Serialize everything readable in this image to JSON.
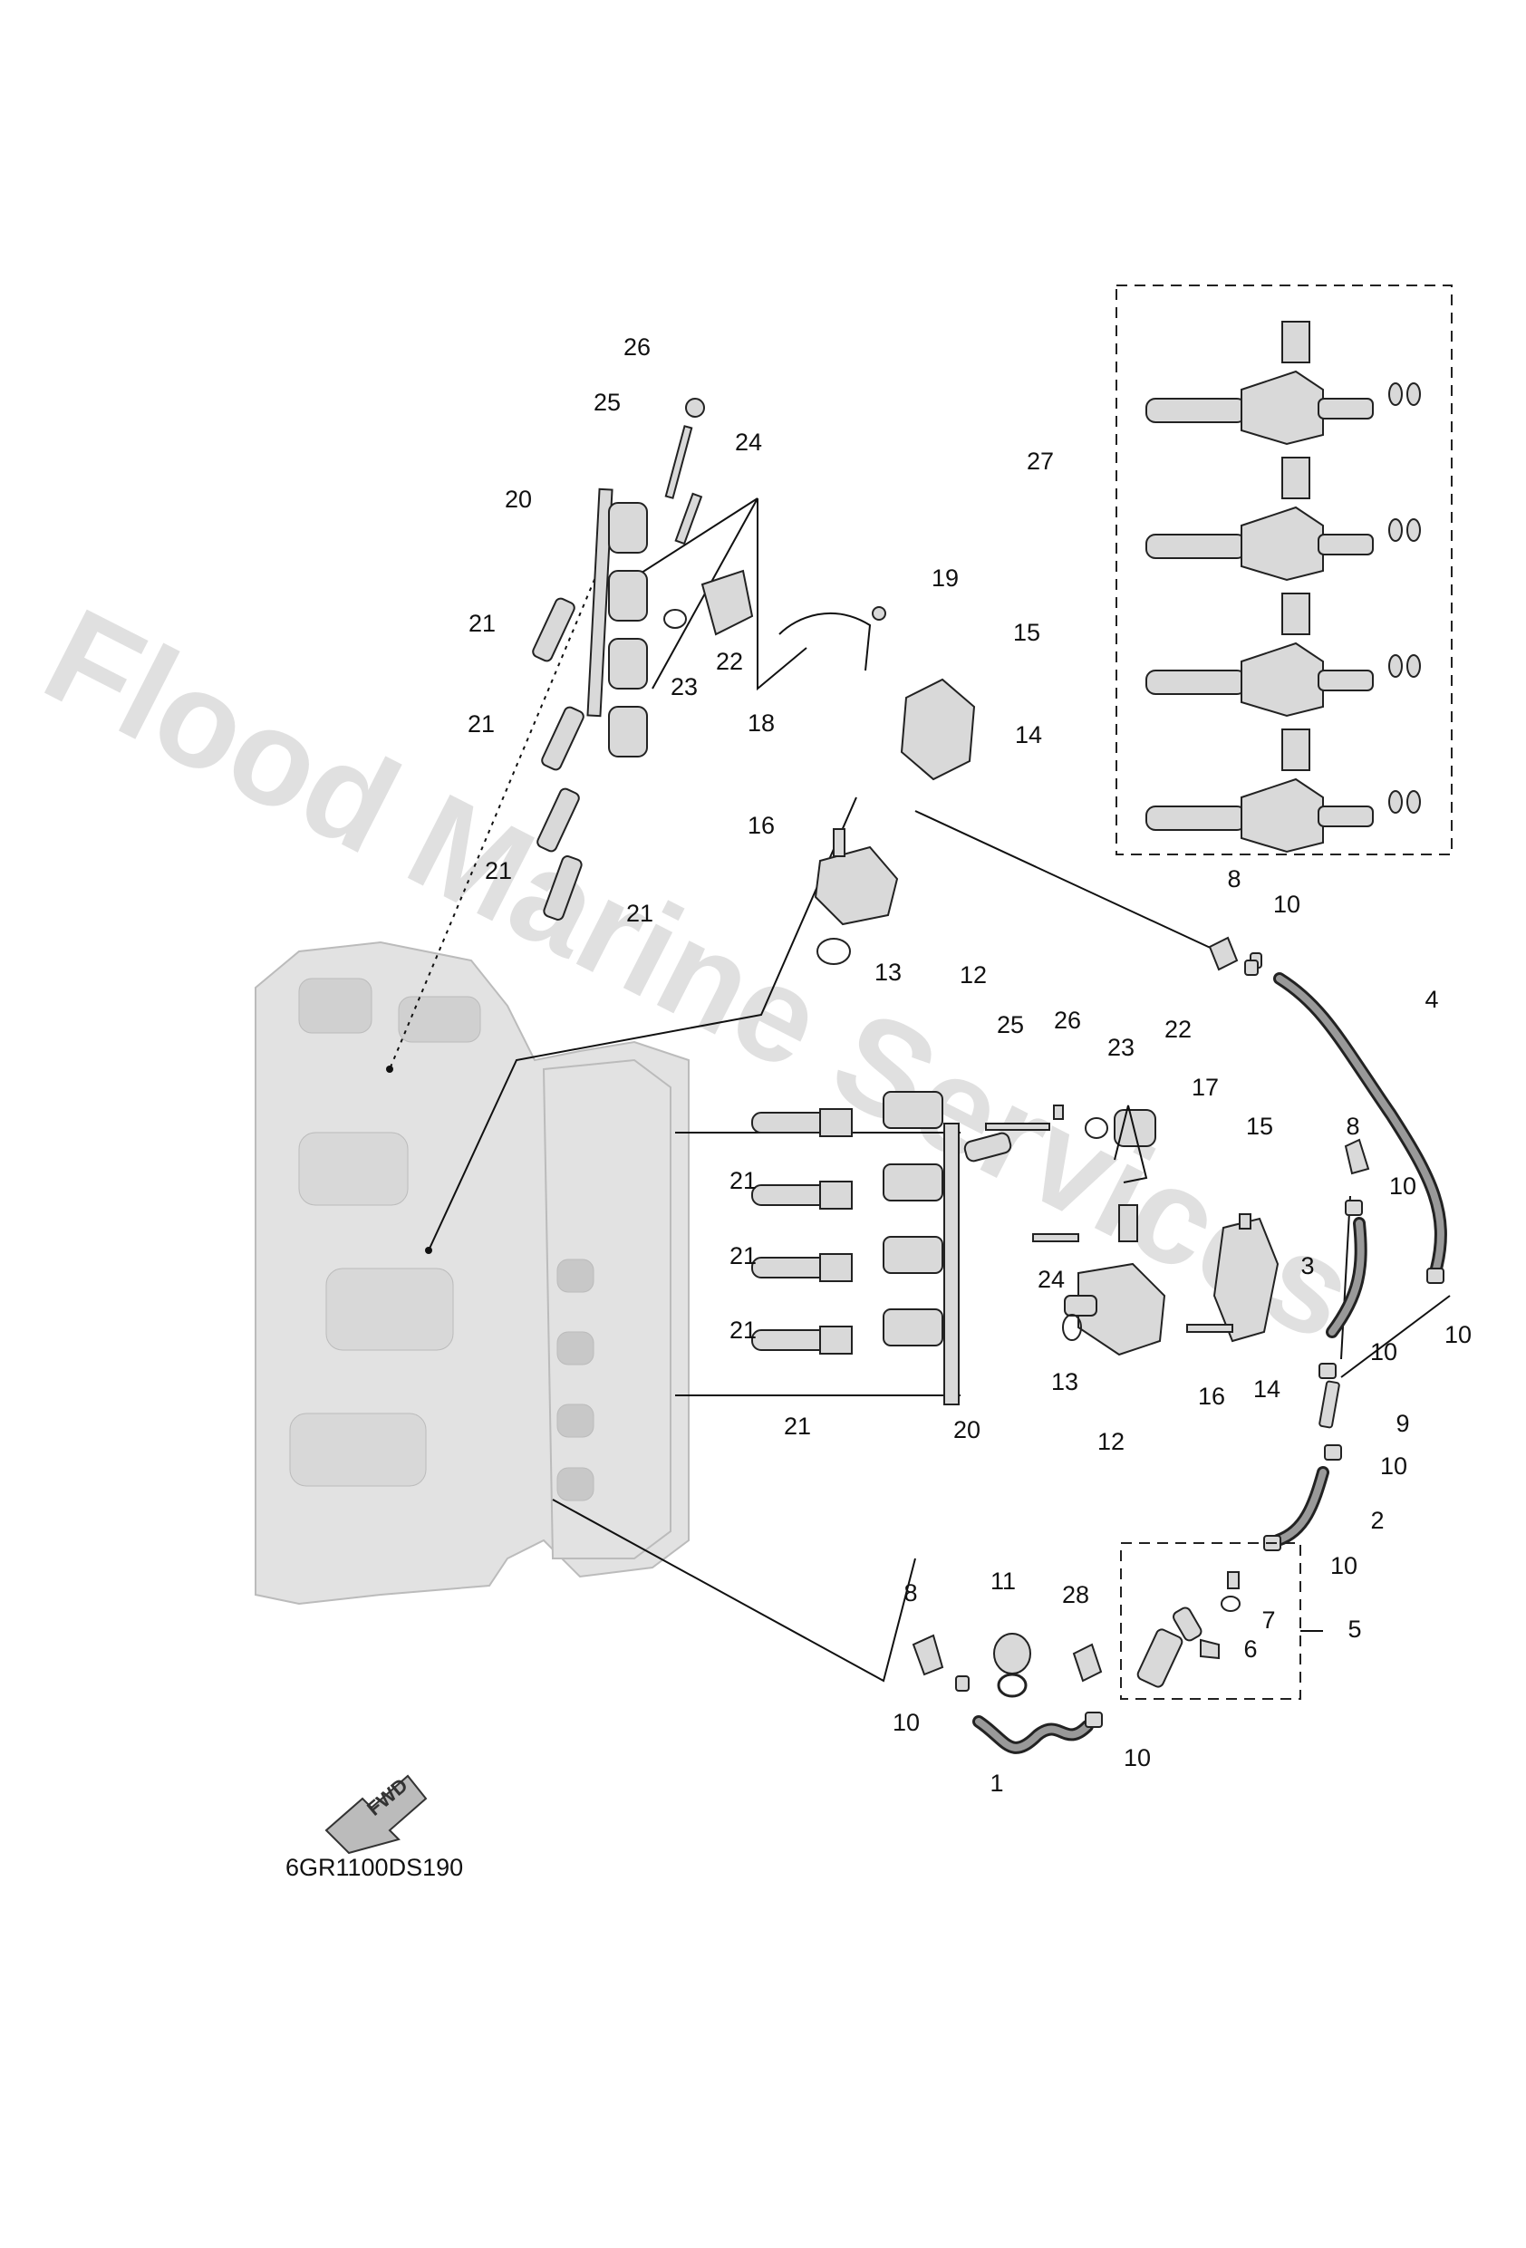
{
  "watermark": "Flood Marine Services",
  "diagram_code": "6GR1100DS190",
  "fwd_label": "FWD",
  "callouts": [
    {
      "id": "c26",
      "text": "26"
    },
    {
      "id": "c25a",
      "text": "25"
    },
    {
      "id": "c24a",
      "text": "24"
    },
    {
      "id": "c20a",
      "text": "20"
    },
    {
      "id": "c27",
      "text": "27"
    },
    {
      "id": "c19",
      "text": "19"
    },
    {
      "id": "c21a",
      "text": "21"
    },
    {
      "id": "c23a",
      "text": "23"
    },
    {
      "id": "c22a",
      "text": "22"
    },
    {
      "id": "c15a",
      "text": "15"
    },
    {
      "id": "c18",
      "text": "18"
    },
    {
      "id": "c14a",
      "text": "14"
    },
    {
      "id": "c21b",
      "text": "21"
    },
    {
      "id": "c16a",
      "text": "16"
    },
    {
      "id": "c21c",
      "text": "21"
    },
    {
      "id": "c21d",
      "text": "21"
    },
    {
      "id": "c8a",
      "text": "8"
    },
    {
      "id": "c10a",
      "text": "10"
    },
    {
      "id": "c13a",
      "text": "13"
    },
    {
      "id": "c12a",
      "text": "12"
    },
    {
      "id": "c4",
      "text": "4"
    },
    {
      "id": "c25b",
      "text": "25"
    },
    {
      "id": "c26b",
      "text": "26"
    },
    {
      "id": "c23b",
      "text": "23"
    },
    {
      "id": "c22b",
      "text": "22"
    },
    {
      "id": "c17",
      "text": "17"
    },
    {
      "id": "c15b",
      "text": "15"
    },
    {
      "id": "c8b",
      "text": "8"
    },
    {
      "id": "c10b",
      "text": "10"
    },
    {
      "id": "c21e",
      "text": "21"
    },
    {
      "id": "c21f",
      "text": "21"
    },
    {
      "id": "c24b",
      "text": "24"
    },
    {
      "id": "c3",
      "text": "3"
    },
    {
      "id": "c10c",
      "text": "10"
    },
    {
      "id": "c21g",
      "text": "21"
    },
    {
      "id": "c10d",
      "text": "10"
    },
    {
      "id": "c13b",
      "text": "13"
    },
    {
      "id": "c16b",
      "text": "16"
    },
    {
      "id": "c14b",
      "text": "14"
    },
    {
      "id": "c9",
      "text": "9"
    },
    {
      "id": "c21h",
      "text": "21"
    },
    {
      "id": "c20b",
      "text": "20"
    },
    {
      "id": "c12b",
      "text": "12"
    },
    {
      "id": "c10e",
      "text": "10"
    },
    {
      "id": "c2",
      "text": "2"
    },
    {
      "id": "c10f",
      "text": "10"
    },
    {
      "id": "c8c",
      "text": "8"
    },
    {
      "id": "c11",
      "text": "11"
    },
    {
      "id": "c28",
      "text": "28"
    },
    {
      "id": "c7",
      "text": "7"
    },
    {
      "id": "c6",
      "text": "6"
    },
    {
      "id": "c5",
      "text": "5"
    },
    {
      "id": "c10g",
      "text": "10"
    },
    {
      "id": "c10h",
      "text": "10"
    },
    {
      "id": "c1",
      "text": "1"
    }
  ]
}
